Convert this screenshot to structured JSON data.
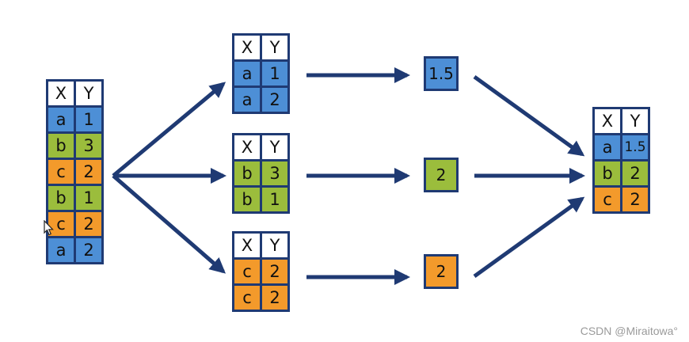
{
  "colors": {
    "frame": "#1f3a73",
    "arrow": "#1f3a73",
    "a": "#4d8fd6",
    "b": "#9bbd3c",
    "c": "#f39a2b",
    "header": "#ffffff"
  },
  "input_table": {
    "headers": [
      "X",
      "Y"
    ],
    "rows": [
      {
        "x": "a",
        "y": "1",
        "group": "a"
      },
      {
        "x": "b",
        "y": "3",
        "group": "b"
      },
      {
        "x": "c",
        "y": "2",
        "group": "c"
      },
      {
        "x": "b",
        "y": "1",
        "group": "b"
      },
      {
        "x": "c",
        "y": "2",
        "group": "c"
      },
      {
        "x": "a",
        "y": "2",
        "group": "a"
      }
    ]
  },
  "split_tables": [
    {
      "headers": [
        "X",
        "Y"
      ],
      "group": "a",
      "rows": [
        {
          "x": "a",
          "y": "1"
        },
        {
          "x": "a",
          "y": "2"
        }
      ]
    },
    {
      "headers": [
        "X",
        "Y"
      ],
      "group": "b",
      "rows": [
        {
          "x": "b",
          "y": "3"
        },
        {
          "x": "b",
          "y": "1"
        }
      ]
    },
    {
      "headers": [
        "X",
        "Y"
      ],
      "group": "c",
      "rows": [
        {
          "x": "c",
          "y": "2"
        },
        {
          "x": "c",
          "y": "2"
        }
      ]
    }
  ],
  "aggregates": [
    {
      "value": "1.5",
      "group": "a"
    },
    {
      "value": "2",
      "group": "b"
    },
    {
      "value": "2",
      "group": "c"
    }
  ],
  "result_table": {
    "headers": [
      "X",
      "Y"
    ],
    "rows": [
      {
        "x": "a",
        "y": "1.5",
        "group": "a"
      },
      {
        "x": "b",
        "y": "2",
        "group": "b"
      },
      {
        "x": "c",
        "y": "2",
        "group": "c"
      }
    ]
  },
  "watermark": "CSDN @Miraitowa°",
  "cursor_icon": "mouse-pointer-icon"
}
